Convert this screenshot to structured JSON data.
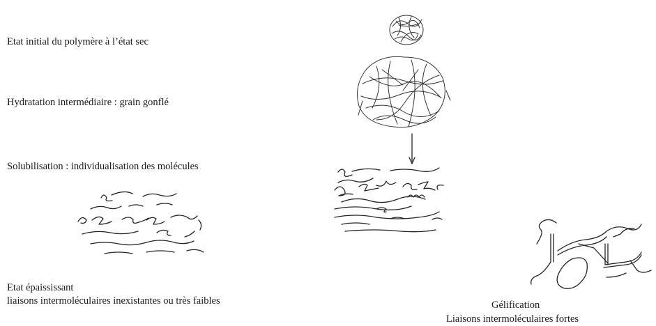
{
  "labels": {
    "initial": "Etat initial du polymère à l’état sec",
    "hydration": "Hydratation intermédiaire : grain gonflé",
    "solubilisation": "Solubilisation : individualisation des molécules",
    "thickening_title": "Etat épaississant",
    "thickening_desc": "liaisons intermoléculaires inexistantes ou très faibles",
    "gel_title": "Gélification",
    "gel_desc": "Liaisons intermoléculaires fortes"
  }
}
